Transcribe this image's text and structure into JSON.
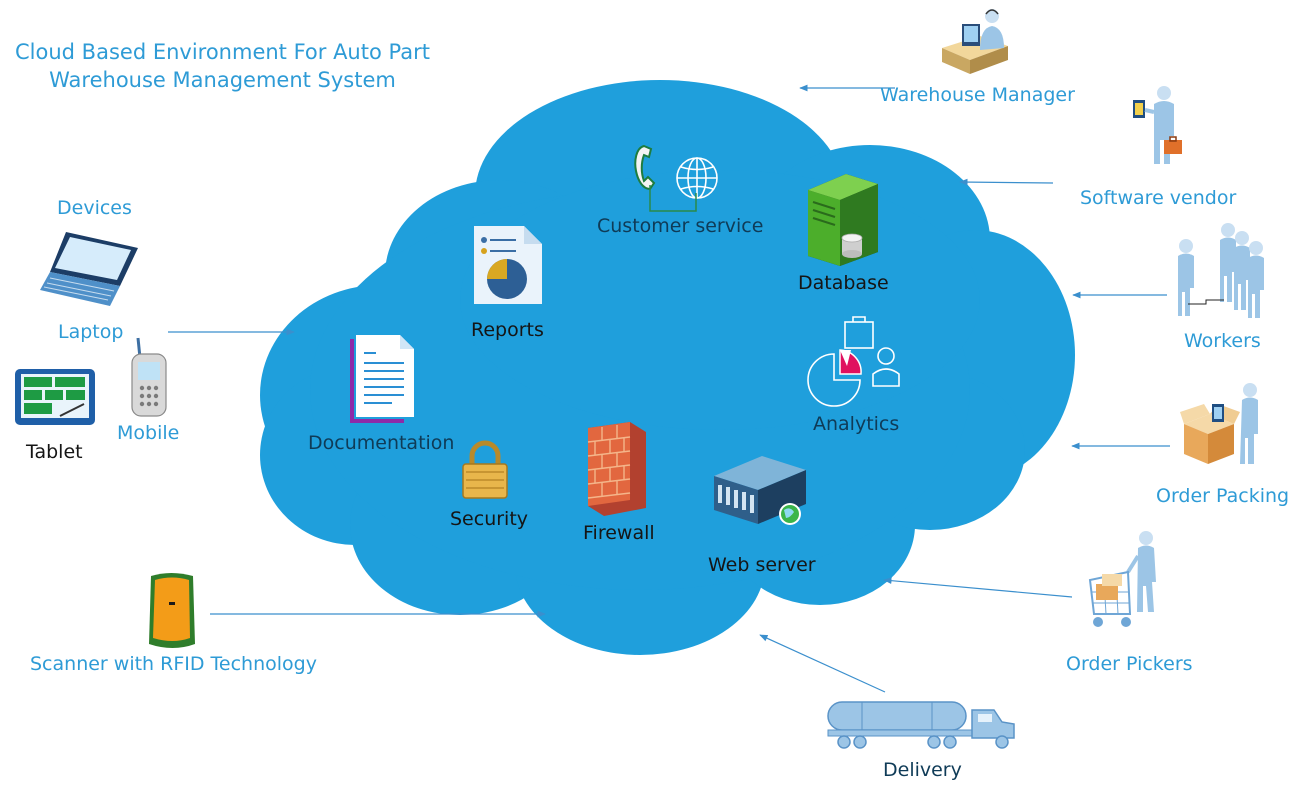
{
  "title": {
    "line1": "Cloud Based Environment For Auto Part",
    "line2": "Warehouse Management System"
  },
  "colors": {
    "cloud": "#1f9fdc",
    "label_outside": "#2e9bd6",
    "arrow": "#3b8fcd"
  },
  "cloud_services": {
    "customer_service": "Customer service",
    "reports": "Reports",
    "database": "Database",
    "analytics": "Analytics",
    "documentation": "Documentation",
    "security": "Security",
    "firewall": "Firewall",
    "web_server": "Web server"
  },
  "left": {
    "devices": "Devices",
    "laptop": "Laptop",
    "tablet": "Tablet",
    "mobile": "Mobile",
    "scanner": "Scanner with RFID Technology"
  },
  "right": {
    "warehouse_manager": "Warehouse Manager",
    "software_vendor": "Software vendor",
    "workers": "Workers",
    "order_packing": "Order Packing",
    "order_pickers": "Order Pickers",
    "delivery": "Delivery"
  },
  "icons": [
    "phone-icon",
    "globe-icon",
    "report-icon",
    "database-server-icon",
    "analytics-icon",
    "document-icon",
    "padlock-icon",
    "firewall-icon",
    "web-server-icon",
    "laptop-icon",
    "tablet-icon",
    "mobile-phone-icon",
    "rfid-scanner-icon",
    "manager-at-desk-icon",
    "vendor-person-icon",
    "workers-group-icon",
    "packing-person-icon",
    "picker-cart-icon",
    "tanker-truck-icon"
  ]
}
